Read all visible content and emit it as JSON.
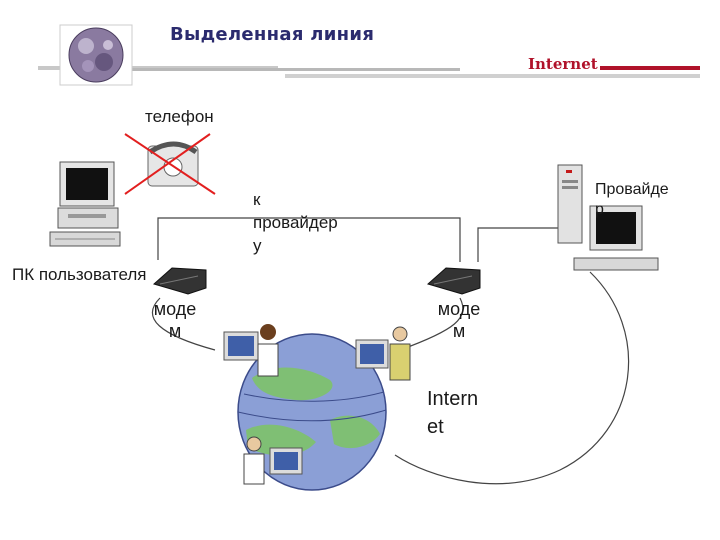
{
  "header": {
    "title": "Выделенная линия",
    "brand": "Internet",
    "brand_color": "#b0122a",
    "accent_bar_color": "#c8c8c8"
  },
  "labels": {
    "phone": "телефон",
    "to_provider": "к\nпровайдер\nу",
    "provider": "Провайде\nр",
    "user_pc": "ПК пользователя",
    "modem_left": "моде\nм",
    "modem_right": "моде\nм",
    "internet": "Intern\net"
  },
  "icons": {
    "globe": "globe-icon",
    "phone": "crossed-out-telephone-icon",
    "user_pc": "desktop-computer-icon",
    "provider": "server-computer-icon",
    "modem": "modem-icon",
    "internet": "globe-with-users-icon"
  }
}
